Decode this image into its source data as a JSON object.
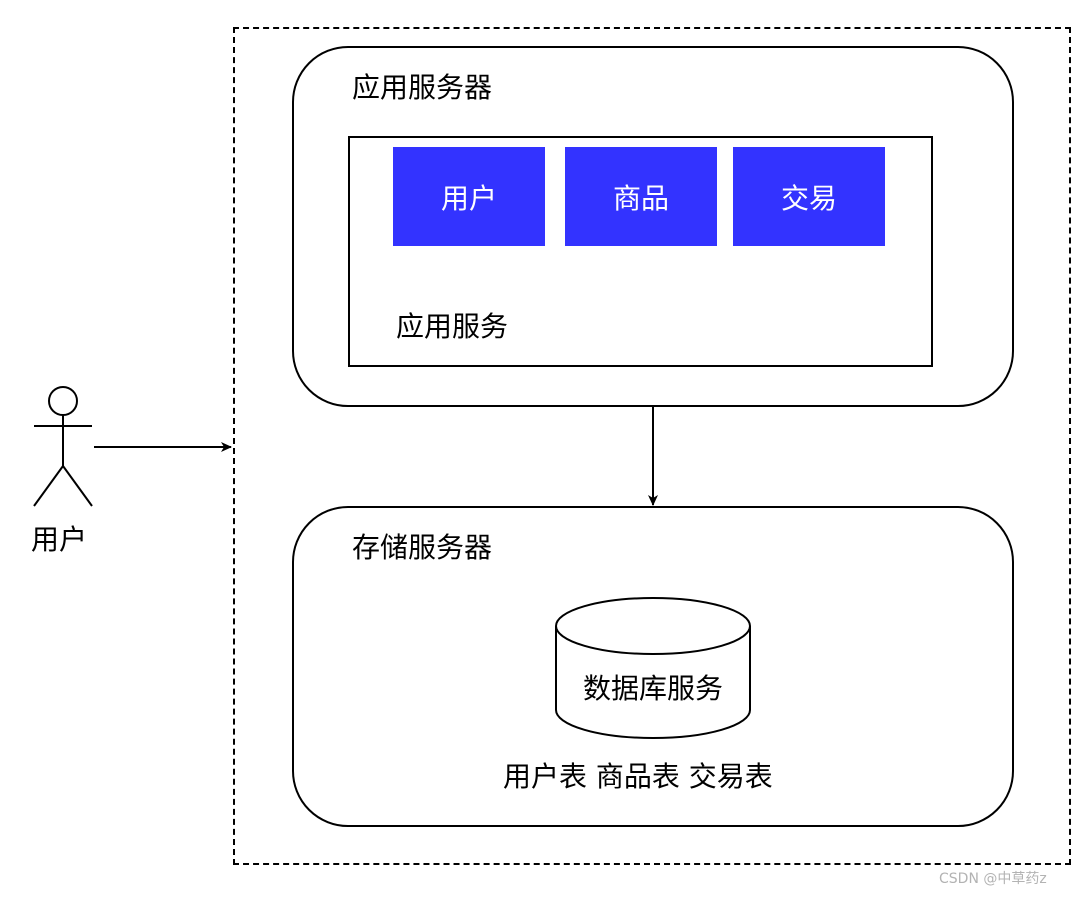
{
  "app_server": {
    "title": "应用服务器",
    "service_label": "应用服务",
    "modules": [
      {
        "label": "用户"
      },
      {
        "label": "商品"
      },
      {
        "label": "交易"
      }
    ]
  },
  "storage_server": {
    "title": "存储服务器",
    "database_label": "数据库服务",
    "tables_label": "用户表 商品表 交易表"
  },
  "actor": {
    "label": "用户"
  },
  "colors": {
    "module_fill": "#3333ff",
    "module_text": "#ffffff",
    "stroke": "#000000"
  },
  "watermark": "CSDN @中草药z"
}
